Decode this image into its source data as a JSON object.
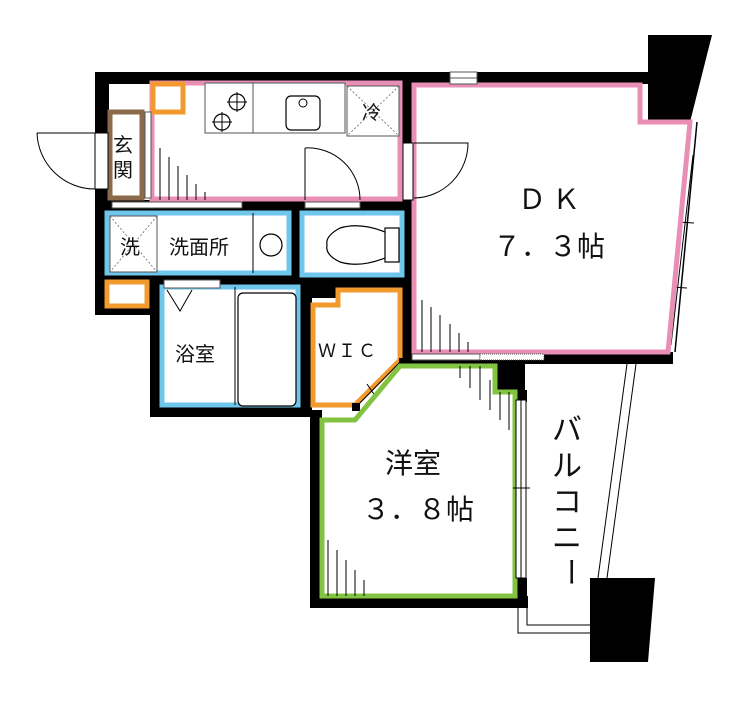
{
  "floorplan": {
    "colors": {
      "wall": "#000000",
      "dk": "#e98fb6",
      "kitchen": "#e98fb6",
      "wet": "#6ec6ea",
      "wic": "#f29a2e",
      "storage": "#f29a2e",
      "youshitsu": "#82c341",
      "genkan": "#8a6a4a"
    },
    "rooms": {
      "dk": {
        "name": "ＤＫ",
        "area": "７．３帖"
      },
      "youshitsu": {
        "name": "洋室",
        "area": "３．８帖"
      },
      "wic": {
        "name": "ＷＩＣ"
      },
      "bath": {
        "name": "浴室"
      },
      "washroom": {
        "name": "洗面所"
      },
      "washer": {
        "name": "洗"
      },
      "genkan": {
        "line1": "玄",
        "line2": "関"
      },
      "fridge": {
        "name": "冷"
      },
      "balcony": {
        "chars": [
          "バ",
          "ル",
          "コ",
          "ニ",
          "ー"
        ]
      }
    }
  }
}
